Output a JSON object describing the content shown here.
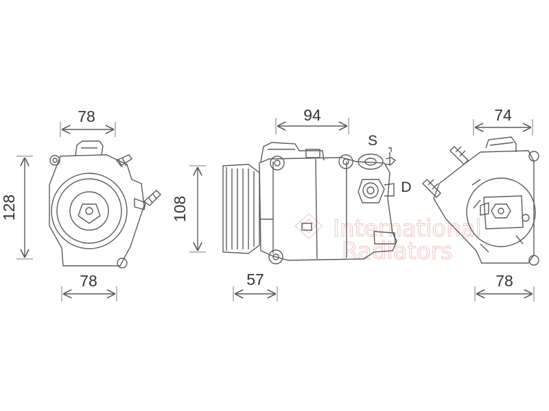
{
  "dimensions": {
    "front_width_top": "78",
    "front_height": "128",
    "front_width_bottom": "78",
    "side_width_top": "94",
    "side_height": "108",
    "side_width_bottom": "57",
    "rear_width_top": "74",
    "rear_width_bottom": "78"
  },
  "ports": {
    "suction": "S",
    "discharge": "D"
  },
  "watermark": {
    "line1": "International",
    "line2": "Radiators"
  },
  "colors": {
    "line": "#5a5a5a",
    "text": "#333333",
    "watermark": "#f2c8c8"
  }
}
